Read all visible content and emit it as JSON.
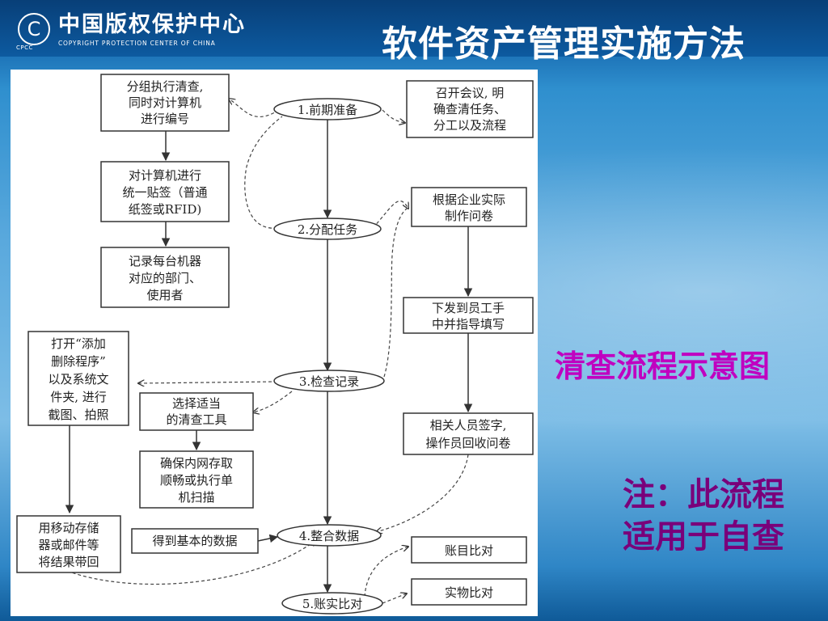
{
  "header": {
    "logo_mark": "C",
    "logo_sub": "CPCC",
    "logo_cn": "中国版权保护中心",
    "logo_en": "COPYRIGHT PROTECTION CENTER OF CHINA",
    "title": "软件资产管理实施方法"
  },
  "diagram": {
    "steps": [
      "1.前期准备",
      "2.分配任务",
      "3.检查记录",
      "4.整合数据",
      "5.账实比对"
    ],
    "left_boxes": [
      [
        "分组执行清查,",
        "同时对计算机",
        "进行编号"
      ],
      [
        "对计算机进行",
        "统一贴签（普通",
        "纸签或RFID)"
      ],
      [
        "记录每台机器",
        "对应的部门、",
        "使用者"
      ]
    ],
    "right_boxes": [
      [
        "召开会议, 明",
        "确查清任务、",
        "分工以及流程"
      ],
      [
        "根据企业实际",
        "制作问卷"
      ],
      [
        "下发到员工手",
        "中并指导填写"
      ],
      [
        "相关人员签字,",
        "操作员回收问卷"
      ]
    ],
    "check_box": [
      "打开“添加",
      "删除程序”",
      "以及系统文",
      "件夹, 进行",
      "截图、拍照"
    ],
    "tool_boxes": [
      [
        "选择适当",
        "的清查工具"
      ],
      [
        "确保内网存取",
        "顺畅或执行单",
        "机扫描"
      ],
      [
        "得到基本的数据"
      ]
    ],
    "usb_box": [
      "用移动存储",
      "器或邮件等",
      "将结果带回"
    ],
    "compare_boxes": [
      "账目比对",
      "实物比对"
    ]
  },
  "side": {
    "caption": "清查流程示意图",
    "note_line1": "注：此流程",
    "note_line2": "适用于自查"
  }
}
